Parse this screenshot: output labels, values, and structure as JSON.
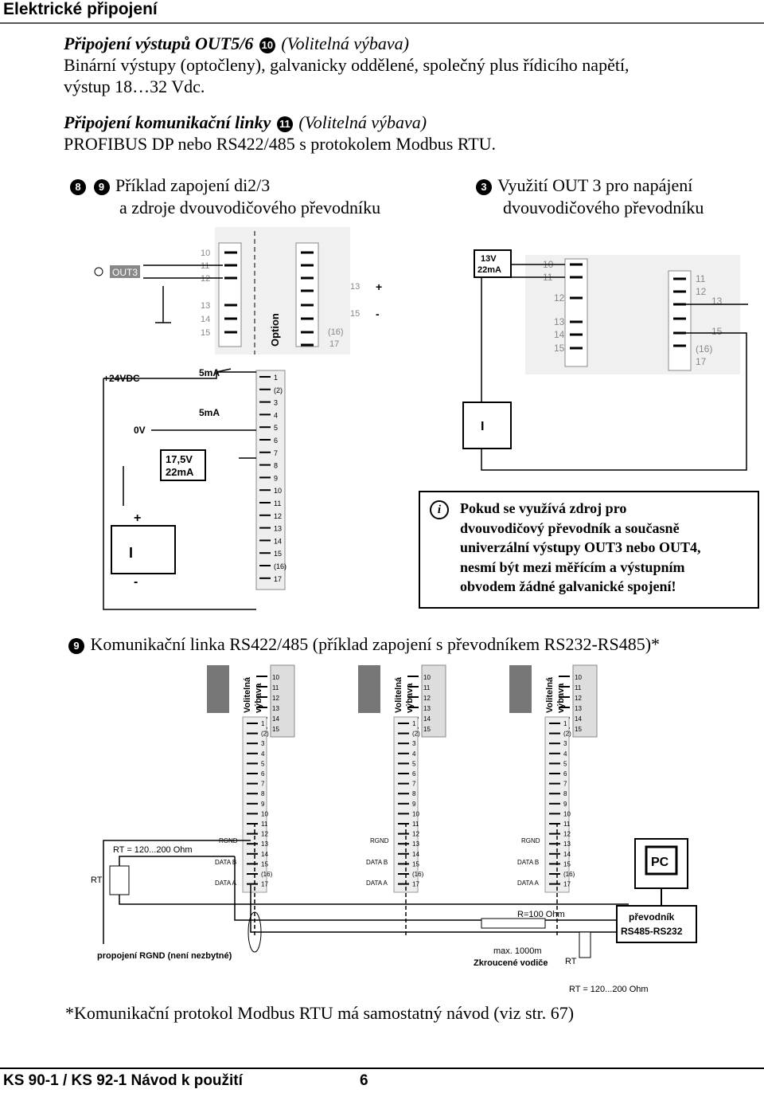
{
  "header": {
    "title": "Elektrické připojení"
  },
  "section_out56": {
    "heading": "Připojení výstupů OUT5/6",
    "badge": "10",
    "heading_suffix": "(Volitelná výbava)",
    "line1": "Binární výstupy (optočleny), galvanicky oddělené, společný plus řídicího napětí,",
    "line2": "výstup 18…32 Vdc."
  },
  "section_comm": {
    "heading": "Připojení komunikační linky",
    "badge": "11",
    "heading_suffix": "(Volitelná výbava)",
    "line1": "PROFIBUS DP nebo RS422/485 s protokolem Modbus RTU."
  },
  "example_left": {
    "badge_a": "8",
    "badge_b": "9",
    "line1": "Příklad zapojení di2/3",
    "line2": "a zdroje dvouvodičového převodníku"
  },
  "example_right": {
    "badge": "3",
    "line1": "Využití OUT 3 pro napájení",
    "line2": "dvouvodičového převodníku"
  },
  "diagram_left": {
    "out3": "OUT3",
    "terms_top": [
      "10",
      "11",
      "12",
      "13",
      "14",
      "15"
    ],
    "terms_right": [
      "13",
      "15",
      "(16)",
      "17"
    ],
    "option": "Option",
    "supply": "+24VDC",
    "zero": "0V",
    "current1": "5mA",
    "current2": "5mA",
    "source_v": "17,5V",
    "source_i": "22mA",
    "plus": "+",
    "minus": "-",
    "terms_strip": [
      "1",
      "(2)",
      "3",
      "4",
      "5",
      "6",
      "7",
      "8",
      "9",
      "10",
      "11",
      "12",
      "13",
      "14",
      "15",
      "(16)",
      "17"
    ]
  },
  "diagram_right": {
    "box_v": "13V",
    "box_i": "22mA",
    "terms_a": [
      "10",
      "11",
      "12",
      "13",
      "14",
      "15"
    ],
    "terms_b": [
      "11",
      "12",
      "13",
      "15",
      "(16)",
      "17"
    ]
  },
  "note": {
    "icon": "i",
    "lines": [
      "Pokud se využívá zdroj pro",
      "dvouvodičový převodník a současně",
      "univerzální výstupy OUT3 nebo OUT4,",
      "nesmí být mezi měřícím a výstupním",
      "obvodem žádné galvanické spojení!"
    ]
  },
  "comm_example": {
    "badge": "9",
    "title": "Komunikační linka RS422/485 (příklad zapojení s převodníkem RS232-RS485)*"
  },
  "bus_diagram": {
    "vol1": "Volitelná",
    "vol2": "výbava",
    "top_terms": [
      "10",
      "11",
      "12",
      "13",
      "14",
      "15"
    ],
    "strip_terms": [
      "1",
      "(2)",
      "3",
      "4",
      "5",
      "6",
      "7",
      "8",
      "9",
      "10",
      "11",
      "12",
      "13",
      "14",
      "15",
      "(16)",
      "17"
    ],
    "rgnd": "RGND",
    "data_b": "DATA B",
    "data_a": "DATA A",
    "rt_left": "RT = 120...200 Ohm",
    "rt": "RT",
    "rgnd_note": "propojení RGND (není nezbytné)",
    "r100": "R=100 Ohm",
    "max_len": "max. 1000m",
    "twisted": "Zkroucené vodiče",
    "pc": "PC",
    "conv1": "převodník",
    "conv2": "RS485-RS232",
    "rt_right": "RT = 120...200 Ohm"
  },
  "footnote": "*Komunikační protokol Modbus RTU má samostatný návod (viz str. 67)",
  "footer": {
    "doc": "KS 90-1 / KS 92-1   Návod k použití",
    "page": "6"
  }
}
